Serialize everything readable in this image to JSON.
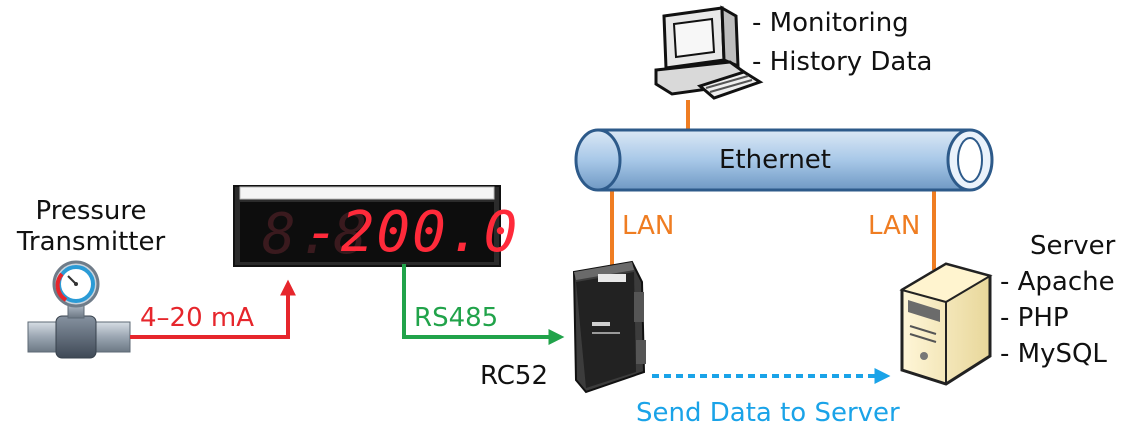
{
  "colors": {
    "current_loop": "#e6262c",
    "rs485": "#21a34a",
    "lan": "#ef7d22",
    "send_data": "#1aa3e8",
    "ethernet_fill": "#a8c8e8",
    "display_digits": "#ff2a3a"
  },
  "transmitter": {
    "title_line1": "Pressure",
    "title_line2": "Transmitter",
    "icon": "pressure-gauge-icon"
  },
  "display": {
    "value": "-200.0",
    "icon": "led-display-icon"
  },
  "connections": {
    "current_loop_label": "4–20 mA",
    "rs485_label": "RS485",
    "lan_left_label": "LAN",
    "lan_right_label": "LAN",
    "send_label": "Send Data to Server"
  },
  "gateway": {
    "label": "RC52",
    "icon": "gateway-device-icon"
  },
  "network": {
    "label": "Ethernet"
  },
  "workstation": {
    "icon": "computer-icon",
    "features": [
      "- Monitoring",
      "- History Data"
    ]
  },
  "server": {
    "title": "Server",
    "icon": "server-icon",
    "features": [
      "- Apache",
      "- PHP",
      "- MySQL"
    ]
  }
}
